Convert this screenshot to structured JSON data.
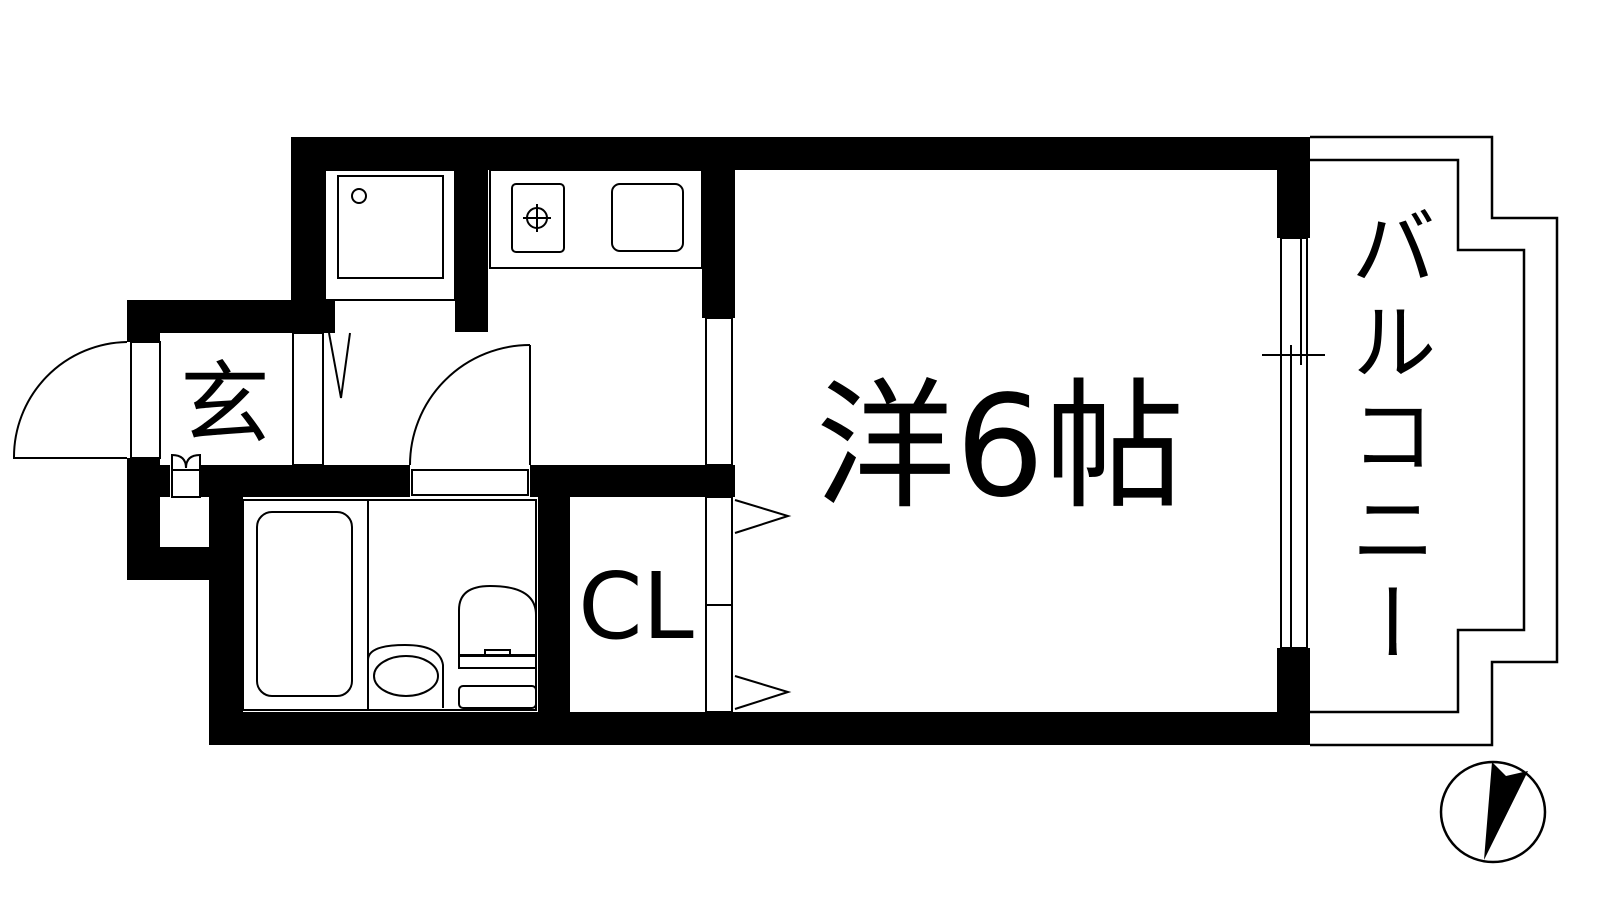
{
  "floorplan": {
    "rooms": {
      "entrance": "玄",
      "western_room": "洋6帖",
      "closet": "CL",
      "balcony": "バルコニー"
    },
    "balcony_chars": [
      "バ",
      "ル",
      "コ",
      "ニ",
      "ー"
    ],
    "icons": [
      "washing-machine-icon",
      "stove-icon",
      "sink-icon",
      "bathtub-icon",
      "washbasin-icon",
      "toilet-icon",
      "compass-icon"
    ],
    "colors": {
      "wall": "#000000",
      "background": "#ffffff"
    }
  }
}
